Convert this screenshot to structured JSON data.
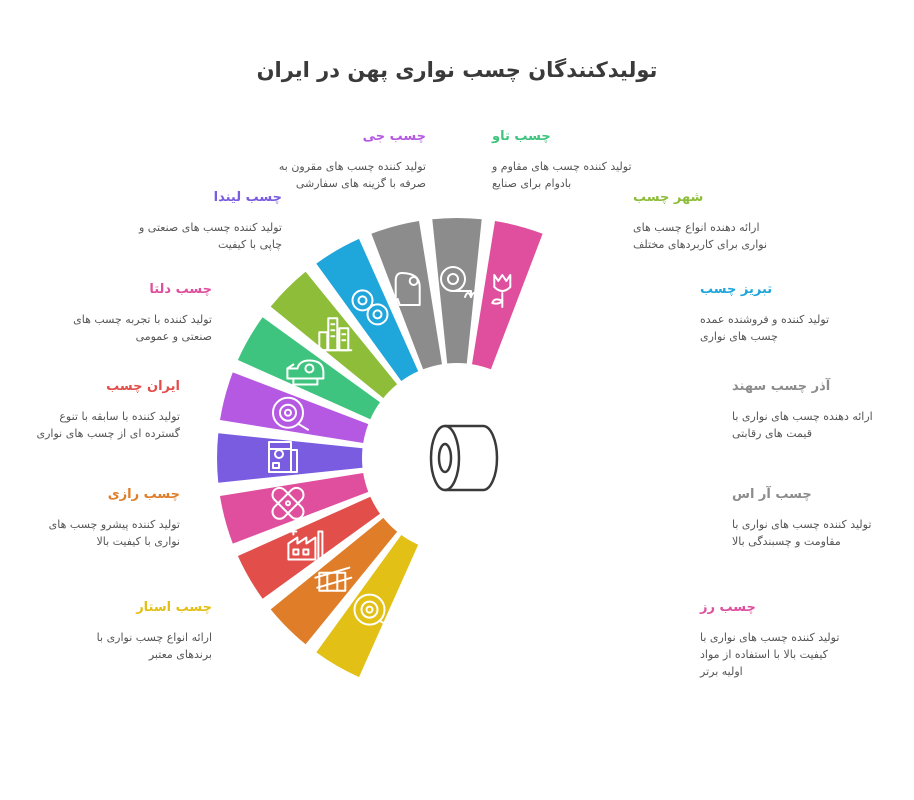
{
  "title": "تولیدکنندگان چسب نواری پهن در ایران",
  "segments": [
    {
      "name": "چسب استار",
      "color": "#e2c016",
      "description": [
        "ارائه انواع چسب نواری با",
        "برندهای معتبر"
      ],
      "icon": "tape-roll-icon"
    },
    {
      "name": "چسب رازی",
      "color": "#e07d29",
      "description": [
        "تولید کننده پیشرو چسب های",
        "نواری با کیفیت بالا"
      ],
      "icon": "taped-box-icon"
    },
    {
      "name": "ایران چسب",
      "color": "#e24f4b",
      "description": [
        "تولید کننده با سابقه با تنوع",
        "گسترده ای از چسب های نواری"
      ],
      "icon": "factory-icon"
    },
    {
      "name": "چسب دلتا",
      "color": "#df4f9d",
      "description": [
        "تولید کننده با تجربه چسب های",
        "صنعتی و عمومی"
      ],
      "icon": "bandage-icon"
    },
    {
      "name": "چسب لیندا",
      "color": "#7a5ce0",
      "description": [
        "تولید کننده چسب های صنعتی و",
        "چاپی با کیفیت"
      ],
      "icon": "printed-tape-icon"
    },
    {
      "name": "چسب جی",
      "color": "#b659e2",
      "description": [
        "تولید کننده چسب های مقرون به",
        "صرفه با گزینه های سفارشی"
      ],
      "icon": "tape-roll-icon"
    },
    {
      "name": "چسب تاو",
      "color": "#3ec47e",
      "description": [
        "تولید کننده چسب های مقاوم و",
        "بادوام برای صنایع"
      ],
      "icon": "tape-dispenser-icon"
    },
    {
      "name": "شهر چسب",
      "color": "#8ebd3a",
      "description": [
        "ارائه دهنده انواع چسب های",
        "نواری برای کاربردهای مختلف"
      ],
      "icon": "city-buildings-icon"
    },
    {
      "name": "تبریز چسب",
      "color": "#1fa6db",
      "description": [
        "تولید کننده و فروشنده عمده",
        "چسب های نواری"
      ],
      "icon": "tape-rolls-icon"
    },
    {
      "name": "آذر چسب سهند",
      "color": "#8c8c8c",
      "description": [
        "ارائه دهنده چسب های نواری با",
        "قیمت های رقابتی"
      ],
      "icon": "tape-strip-icon"
    },
    {
      "name": "چسب آر اس",
      "color": "#8c8c8c",
      "description": [
        "تولید کننده چسب های نواری با",
        "مقاومت و چسبندگی بالا"
      ],
      "icon": "sticky-roll-icon"
    },
    {
      "name": "چسب رز",
      "color": "#df4f9d",
      "description": [
        "تولید کننده چسب های نواری با",
        "کیفیت بالا با استفاده از مواد",
        "اولیه برتر"
      ],
      "icon": "rose-icon"
    }
  ],
  "center_icon": "tape-roll-icon"
}
